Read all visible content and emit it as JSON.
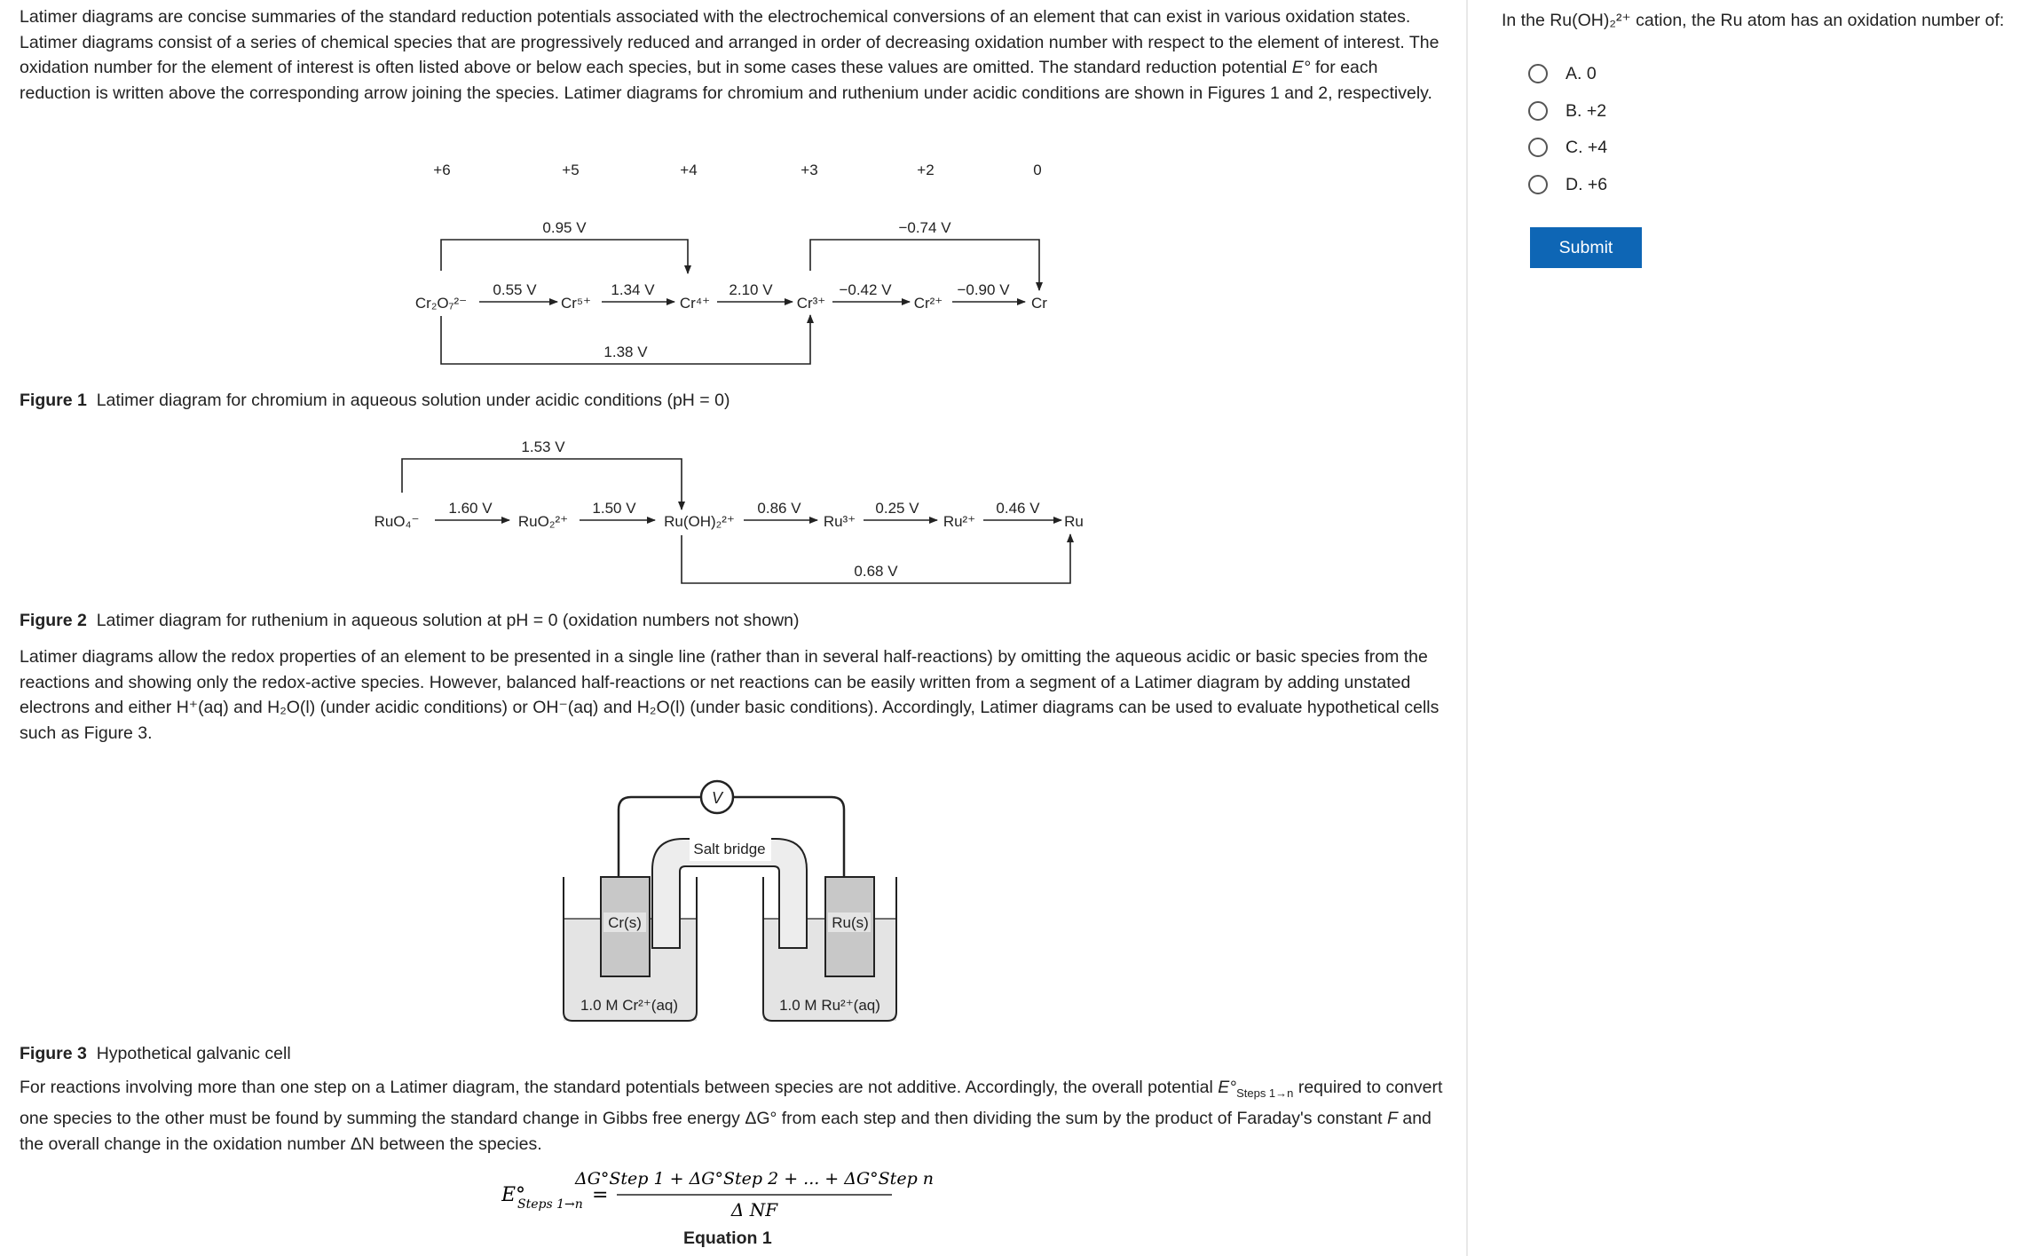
{
  "passage": {
    "p1": "Latimer diagrams are concise summaries of the standard reduction potentials associated with the electrochemical conversions of an element that can exist in various oxidation states.  Latimer diagrams consist of a series of chemical species that are progressively reduced and arranged in order of decreasing oxidation number with respect to the element of interest.  The oxidation number for the element of interest is often listed above or below each species, but in some cases these values are omitted.  The standard reduction potential",
    "p1_e": "E°",
    "p1_b": " for each reduction is written above the corresponding arrow joining the species.  Latimer diagrams for chromium and ruthenium under acidic conditions are shown in Figures 1 and 2, respectively.",
    "p2": "Latimer diagrams allow the redox properties of an element to be presented in a single line (rather than in several half-reactions) by omitting the aqueous acidic or basic species from the reactions and showing only the redox-active species.  However, balanced half-reactions or net reactions can be easily written from a segment of a Latimer diagram by adding unstated electrons and either H⁺(aq) and H₂O(l) (under acidic conditions) or OH⁻(aq) and H₂O(l) (under basic conditions).  Accordingly, Latimer diagrams can be used to evaluate hypothetical cells such as Figure 3.",
    "p3a": "For reactions involving more than one step on a Latimer diagram, the standard potentials between species are not additive.  Accordingly, the overall potential ",
    "p3_sym": "E°",
    "p3_sub": "Steps 1→n",
    "p3b": " required to convert one species to the other must be found by summing the standard change in Gibbs free energy ΔG° from each step and then dividing the sum by the product of Faraday's constant ",
    "p3_F": "F",
    "p3c": " and the overall change in the oxidation number ΔN between the species."
  },
  "figure1": {
    "caption_label": "Figure 1",
    "caption_text": "Latimer diagram for chromium in aqueous solution under acidic conditions (pH = 0)",
    "oxidation_numbers": [
      "+6",
      "+5",
      "+4",
      "+3",
      "+2",
      "0"
    ],
    "species": [
      "Cr₂O₇²⁻",
      "Cr⁵⁺",
      "Cr⁴⁺",
      "Cr³⁺",
      "Cr²⁺",
      "Cr"
    ],
    "step_potentials": [
      "0.55 V",
      "1.34 V",
      "2.10 V",
      "−0.42 V",
      "−0.90 V"
    ],
    "bracket_top_left": "0.95 V",
    "bracket_top_right": "−0.74 V",
    "bracket_bottom": "1.38 V"
  },
  "figure2": {
    "caption_label": "Figure 2",
    "caption_text": "Latimer diagram for ruthenium in aqueous solution at pH = 0 (oxidation numbers not shown)",
    "species": [
      "RuO₄⁻",
      "RuO₂²⁺",
      "Ru(OH)₂²⁺",
      "Ru³⁺",
      "Ru²⁺",
      "Ru"
    ],
    "step_potentials": [
      "1.60 V",
      "1.50 V",
      "0.86 V",
      "0.25 V",
      "0.46 V"
    ],
    "bracket_top": "1.53 V",
    "bracket_bottom": "0.68 V"
  },
  "figure3": {
    "caption_label": "Figure 3",
    "caption_text": "Hypothetical galvanic cell",
    "voltmeter": "V",
    "salt_bridge": "Salt bridge",
    "left_electrode": "Cr(s)",
    "right_electrode": "Ru(s)",
    "left_solution": "1.0 M Cr²⁺(aq)",
    "right_solution": "1.0 M Ru²⁺(aq)"
  },
  "equation": {
    "lhs": "E°",
    "lhs_sub": "Steps 1→n",
    "numerator": "ΔG°Step 1 + ΔG°Step 2 + ... + ΔG°Step n",
    "denominator": "Δ NF",
    "label": "Equation 1"
  },
  "question": {
    "text": "In the Ru(OH)₂²⁺ cation, the Ru atom has an oxidation number of:",
    "options": [
      "A. 0",
      "B. +2",
      "C. +4",
      "D. +6"
    ],
    "submit": "Submit"
  },
  "colors": {
    "submit_bg": "#0e66b5",
    "beaker_fill": "#e4e4e4",
    "electrode_fill": "#c8c8c8"
  }
}
